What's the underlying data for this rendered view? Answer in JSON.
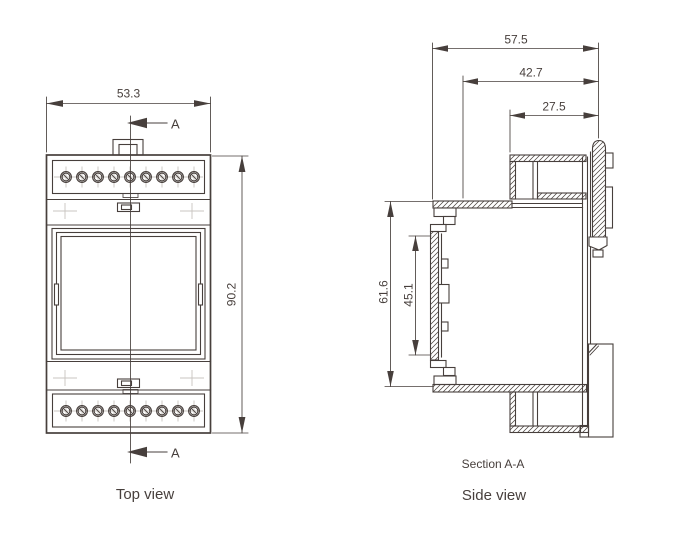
{
  "colors": {
    "line": "#473f3c",
    "light": "#c8c4c0",
    "background": "#ffffff"
  },
  "top_view": {
    "label": "Top view",
    "dim_width": "53.3",
    "dim_height": "90.2",
    "section_marker": "A",
    "terminal_count_per_row": 9
  },
  "side_view": {
    "label": "Side view",
    "section_title": "Section A-A",
    "dim_depth_overall": "57.5",
    "dim_depth_body": "42.7",
    "dim_depth_terminal": "27.5",
    "dim_height_overall": "61.6",
    "dim_height_front": "45.1"
  }
}
